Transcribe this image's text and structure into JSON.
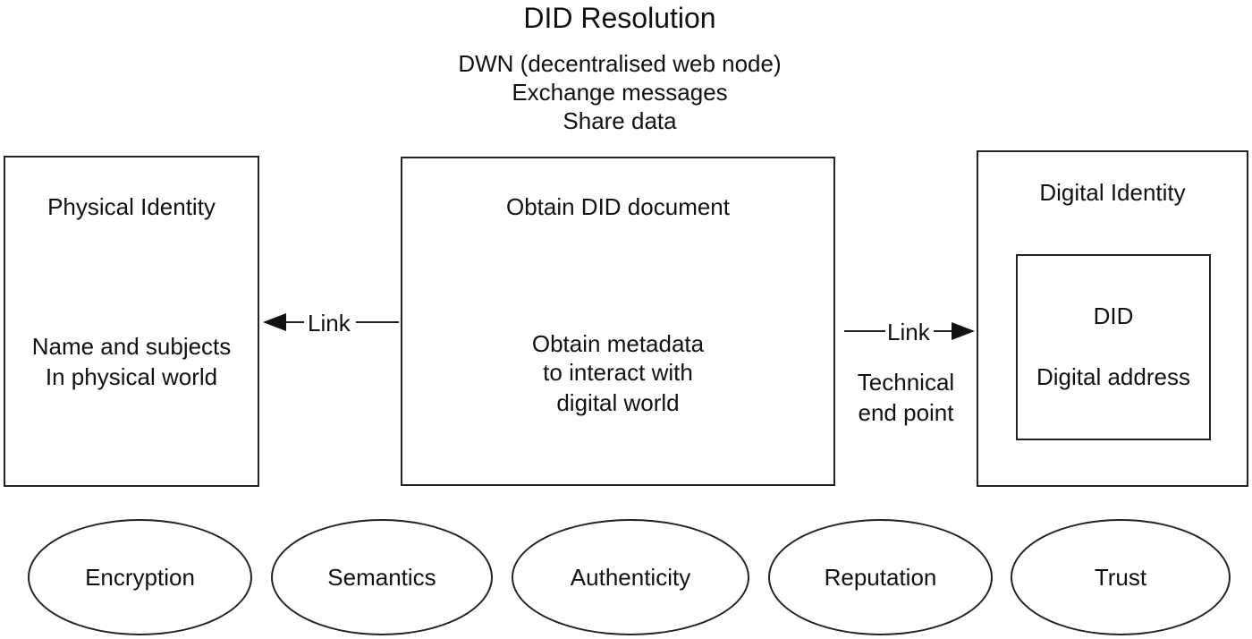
{
  "header": {
    "title": "DID Resolution",
    "line1": "DWN (decentralised web node)",
    "line2": "Exchange messages",
    "line3": "Share data"
  },
  "physical": {
    "title": "Physical Identity",
    "line1": "Name and subjects",
    "line2": "In physical world"
  },
  "center": {
    "title": "Obtain DID document",
    "line1": "Obtain metadata",
    "line2": "to interact with",
    "line3": "digital world"
  },
  "digital": {
    "title": "Digital Identity",
    "inner_title": "DID",
    "inner_text": "Digital address"
  },
  "links": {
    "left_label": "Link",
    "right_label": "Link",
    "right_note1": "Technical",
    "right_note2": "end point"
  },
  "pillars": [
    "Encryption",
    "Semantics",
    "Authenticity",
    "Reputation",
    "Trust"
  ]
}
